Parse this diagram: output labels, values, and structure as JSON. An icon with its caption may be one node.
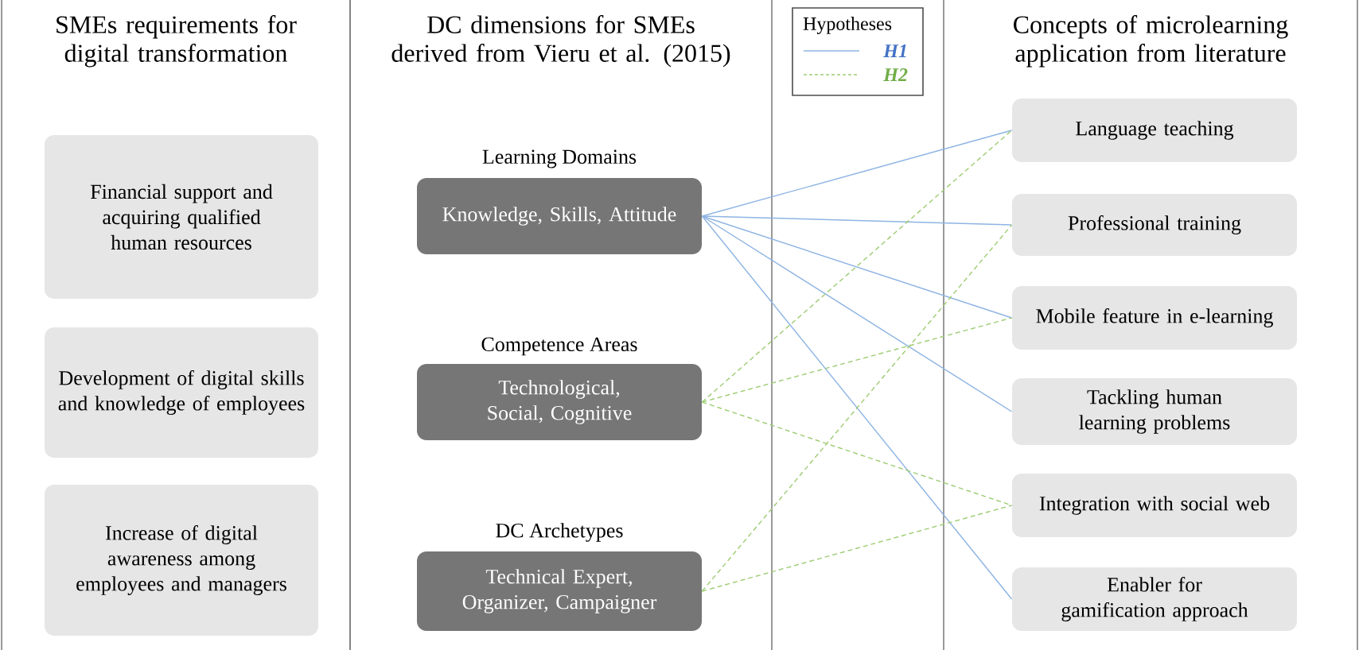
{
  "diagram": {
    "nodes": [
      {
        "text": [
          "SMEs requirements for digital transformation"
        ]
      },
      {
        "text": [
          "Financial support and acquiring qualified human resources"
        ],
        "in": 0
      },
      {
        "text": [
          "Development of digital skills and knowledge of employees"
        ],
        "in": 0
      },
      {
        "text": [
          "Increase of digital awareness among employees and managers"
        ],
        "in": 0
      },
      {
        "text": [
          "DC dimensions for SMEs derived from Vieru et al. (2015)"
        ]
      },
      {
        "text": [
          "Learning Domains",
          "Knowledge, Skills, Attitude"
        ],
        "in": 4
      },
      {
        "text": [
          "Competence Areas",
          "Technological, Social, Cognitive"
        ],
        "in": 4
      },
      {
        "text": [
          "DC Archetypes",
          "Technical Expert, Organizer, Campaigner"
        ],
        "in": 4
      },
      {
        "text": [
          "Concepts of microlearning application from literature"
        ]
      },
      {
        "text": [
          "Language teaching"
        ],
        "in": 8
      },
      {
        "text": [
          "Professional training"
        ],
        "in": 8
      },
      {
        "text": [
          "Mobile feature in e-learning"
        ],
        "in": 8
      },
      {
        "text": [
          "Tackling human learning problems"
        ],
        "in": 8
      },
      {
        "text": [
          "Integration with social web"
        ],
        "in": 8
      },
      {
        "text": [
          "Enabler for gamification approach"
        ],
        "in": 8
      }
    ],
    "edges": [
      {
        "from": 5,
        "to": 9,
        "arrow": "none"
      },
      {
        "from": 5,
        "to": 10,
        "arrow": "none"
      },
      {
        "from": 5,
        "to": 11,
        "arrow": "none"
      },
      {
        "from": 5,
        "to": 12,
        "arrow": "none"
      },
      {
        "from": 5,
        "to": 14,
        "arrow": "none"
      },
      {
        "from": 6,
        "to": 9,
        "arrow": "none",
        "style": "dashed",
        "color": "#9dcc72"
      },
      {
        "from": 6,
        "to": 11,
        "arrow": "none",
        "style": "dashed",
        "color": "#9dcc72"
      },
      {
        "from": 6,
        "to": 13,
        "arrow": "none",
        "style": "dashed",
        "color": "#9dcc72"
      },
      {
        "from": 7,
        "to": 10,
        "arrow": "none",
        "style": "dashed",
        "color": "#9dcc72"
      },
      {
        "from": 7,
        "to": 13,
        "arrow": "none",
        "style": "dashed",
        "color": "#9dcc72"
      }
    ],
    "labels": [
      "Hypotheses"
    ],
    "legend": [
      {
        "text": "H1"
      },
      {
        "text": "H2"
      }
    ]
  }
}
